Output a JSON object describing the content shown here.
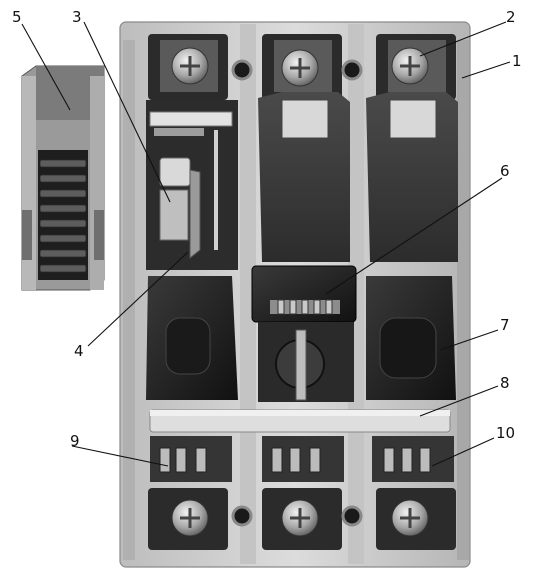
{
  "figure": {
    "background": "#ffffff",
    "palette": {
      "housing": "#cfcfcf",
      "housing_shadow": "#a9a9a9",
      "dark_cavity": "#2a2a2a",
      "mid_grey": "#6e6e6e",
      "metal": "#bdbdbd",
      "black_part": "#1b1b1b"
    }
  },
  "callouts": [
    {
      "id": "1",
      "label": "1"
    },
    {
      "id": "2",
      "label": "2"
    },
    {
      "id": "3",
      "label": "3"
    },
    {
      "id": "4",
      "label": "4"
    },
    {
      "id": "5",
      "label": "5"
    },
    {
      "id": "6",
      "label": "6"
    },
    {
      "id": "7",
      "label": "7"
    },
    {
      "id": "8",
      "label": "8"
    },
    {
      "id": "9",
      "label": "9"
    },
    {
      "id": "10",
      "label": "10"
    }
  ],
  "icons": {
    "terminal_screw": "screw-head-icon",
    "mounting_hole": "mounting-hole-icon"
  }
}
